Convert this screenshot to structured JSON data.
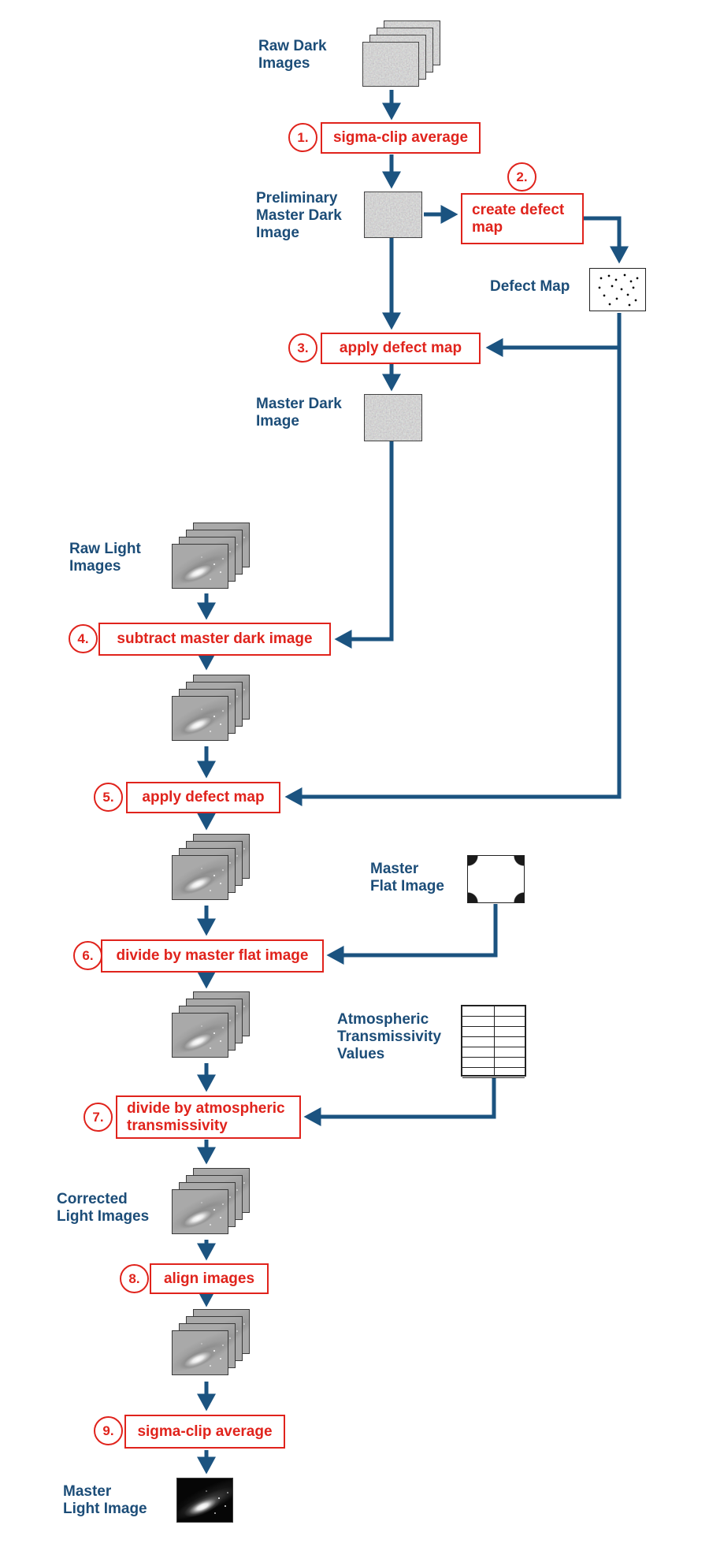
{
  "colors": {
    "label": "#1c4d78",
    "arrow": "#1b5380",
    "step": "#e0231c",
    "border": "#333333"
  },
  "artifacts": {
    "raw_dark_images": {
      "lines": [
        "Raw Dark",
        "Images"
      ]
    },
    "preliminary_master_dark": {
      "lines": [
        "Preliminary",
        "Master Dark",
        "Image"
      ]
    },
    "defect_map": {
      "lines": [
        "Defect Map"
      ]
    },
    "master_dark": {
      "lines": [
        "Master Dark",
        "Image"
      ]
    },
    "raw_light_images": {
      "lines": [
        "Raw Light",
        "Images"
      ]
    },
    "master_flat": {
      "lines": [
        "Master",
        "Flat Image"
      ]
    },
    "atmospheric": {
      "lines": [
        "Atmospheric",
        "Transmissivity",
        "Values"
      ]
    },
    "corrected_light": {
      "lines": [
        "Corrected",
        "Light Images"
      ]
    },
    "master_light": {
      "lines": [
        "Master",
        "Light Image"
      ]
    }
  },
  "steps": [
    {
      "num": "1.",
      "lines": [
        "sigma-clip average"
      ]
    },
    {
      "num": "2.",
      "lines": [
        "create defect",
        "map"
      ]
    },
    {
      "num": "3.",
      "lines": [
        "apply defect map"
      ]
    },
    {
      "num": "4.",
      "lines": [
        "subtract master dark image"
      ]
    },
    {
      "num": "5.",
      "lines": [
        "apply defect map"
      ]
    },
    {
      "num": "6.",
      "lines": [
        "divide by master flat image"
      ]
    },
    {
      "num": "7.",
      "lines": [
        "divide by atmospheric",
        "transmissivity"
      ]
    },
    {
      "num": "8.",
      "lines": [
        "align images"
      ]
    },
    {
      "num": "9.",
      "lines": [
        "sigma-clip average"
      ]
    }
  ]
}
